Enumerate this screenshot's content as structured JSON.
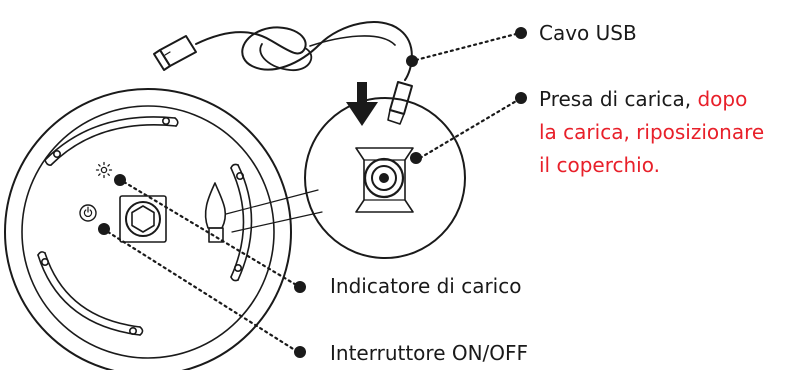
{
  "labels": {
    "usb_cable": "Cavo USB",
    "charge_socket_prefix": "Presa di carica,",
    "charge_socket_note_1": "dopo",
    "charge_socket_note_2": "la carica, riposizionare",
    "charge_socket_note_3": "il coperchio.",
    "charge_indicator": "Indicatore di carico",
    "power_switch": "Interruttore ON/OFF"
  },
  "colors": {
    "line": "#1a1a1a",
    "note_red": "#e8202a"
  },
  "icons": [
    "sun-icon",
    "power-icon",
    "down-arrow-icon"
  ]
}
